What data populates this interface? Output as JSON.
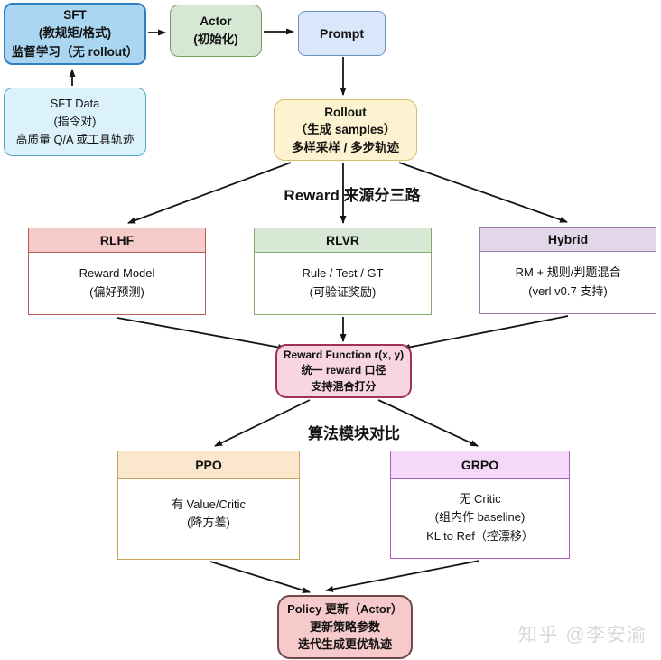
{
  "labels": {
    "reward_split": "Reward 来源分三路",
    "algo_compare": "算法模块对比"
  },
  "nodes": {
    "sft": {
      "lines": [
        "SFT",
        "(教规矩/格式)",
        "监督学习（无 rollout）"
      ]
    },
    "sft_data": {
      "lines": [
        "SFT Data",
        "(指令对)",
        "高质量 Q/A 或工具轨迹"
      ]
    },
    "actor": {
      "lines": [
        "Actor",
        "(初始化)"
      ]
    },
    "prompt": {
      "lines": [
        "Prompt"
      ]
    },
    "rollout": {
      "lines": [
        "Rollout",
        "（生成 samples）",
        "多样采样 / 多步轨迹"
      ]
    },
    "rlhf": {
      "title": "RLHF",
      "body": [
        "Reward Model",
        "(偏好预测)"
      ]
    },
    "rlvr": {
      "title": "RLVR",
      "body": [
        "Rule / Test / GT",
        "(可验证奖励)"
      ]
    },
    "hybrid": {
      "title": "Hybrid",
      "body": [
        "RM + 规则/判题混合",
        "(verl v0.7 支持)"
      ]
    },
    "reward_fn": {
      "lines": [
        "Reward Function r(x, y)",
        "统一 reward 口径",
        "支持混合打分"
      ]
    },
    "ppo": {
      "title": "PPO",
      "body": [
        "有 Value/Critic",
        "(降方差)"
      ]
    },
    "grpo": {
      "title": "GRPO",
      "body": [
        "无 Critic",
        "(组内作 baseline)",
        "KL to Ref（控漂移）"
      ]
    },
    "policy": {
      "lines": [
        "Policy 更新（Actor）",
        "更新策略参数",
        "迭代生成更优轨迹"
      ]
    }
  },
  "watermark": "知乎 @李安渝",
  "colors": {
    "sft_fill": "#ABD6F2",
    "sft_border": "#2E7FC1",
    "sft_data_fill": "#DCF2FB",
    "sft_data_border": "#53A7C9",
    "actor_fill": "#D5E8D4",
    "actor_border": "#74A35C",
    "prompt_fill": "#DAE6FA",
    "prompt_border": "#6C8EBF",
    "rollout_fill": "#FDF3D0",
    "rollout_border": "#D3BC6B",
    "rlhf_fill": "#F5CBC9",
    "rlhf_border": "#BA5956",
    "rlvr_fill": "#D7E9D4",
    "rlvr_border": "#85A96F",
    "hybrid_fill": "#E2D6E9",
    "hybrid_border": "#9C7BAD",
    "reward_fn_fill": "#F8D6E0",
    "reward_fn_border": "#A23156",
    "ppo_fill": "#FBE7CB",
    "ppo_border": "#C9A25D",
    "grpo_fill": "#F4D9F9",
    "grpo_border": "#AC5BC0",
    "policy_fill": "#F6CACA",
    "policy_border": "#6E4A4A",
    "arrow": "#141414",
    "watermark": "#D8D8D8"
  }
}
